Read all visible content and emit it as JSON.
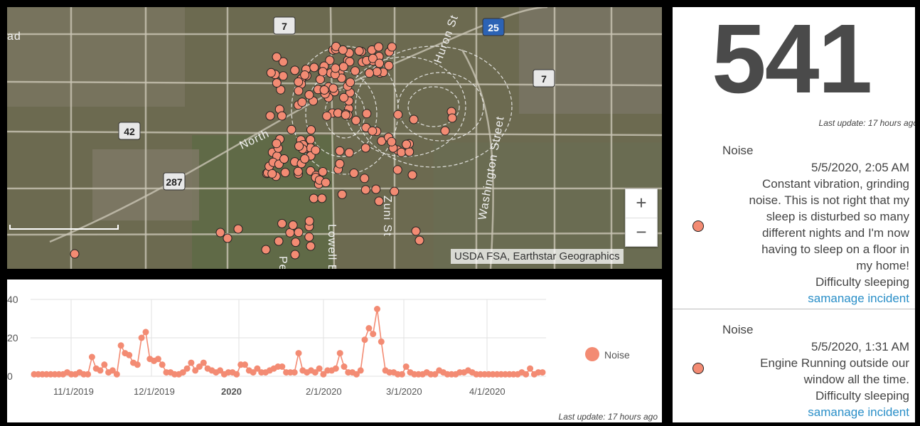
{
  "map": {
    "attribution": "USDA FSA, Earthstar Geographics",
    "zoom_in": "+",
    "zoom_out": "−",
    "road_labels": [
      "North",
      "Lowell Blvd",
      "Zuni St",
      "Huron St",
      "Washington Street",
      "Pecos St",
      "ad"
    ],
    "shields": [
      "25",
      "7",
      "7",
      "42",
      "287"
    ],
    "point_color": "#f38b73"
  },
  "chart": {
    "last_update": "Last update: 17 hours ago",
    "legend_label": "Noise",
    "series_color": "#f38b73"
  },
  "chart_data": {
    "type": "line",
    "series": [
      {
        "name": "Noise",
        "values": [
          1,
          1,
          1,
          1,
          1,
          1,
          1,
          1,
          2,
          1,
          1,
          2,
          1,
          1,
          10,
          4,
          3,
          6,
          2,
          3,
          1,
          16,
          12,
          11,
          7,
          6,
          20,
          23,
          9,
          8,
          9,
          6,
          2,
          2,
          1,
          1,
          2,
          4,
          7,
          3,
          5,
          7,
          4,
          3,
          2,
          3,
          1,
          2,
          2,
          1,
          6,
          6,
          3,
          2,
          4,
          2,
          2,
          3,
          4,
          5,
          5,
          2,
          2,
          2,
          12,
          3,
          2,
          3,
          2,
          4,
          1,
          3,
          3,
          4,
          12,
          5,
          2,
          2,
          1,
          3,
          19,
          25,
          22,
          35,
          18,
          3,
          2,
          2,
          1,
          1,
          5,
          2,
          1,
          1,
          1,
          2,
          1,
          1,
          3,
          2,
          1,
          1,
          1,
          2,
          2,
          3,
          2,
          1,
          1,
          1,
          1,
          1,
          1,
          1,
          1,
          1,
          1,
          1,
          2,
          1,
          4,
          1,
          2,
          2
        ]
      }
    ],
    "x_ticks": [
      "11/1/2019",
      "12/1/2019",
      "2020",
      "2/1/2020",
      "3/1/2020",
      "4/1/2020"
    ],
    "y_ticks": [
      "0",
      "20",
      "40"
    ],
    "ylim": [
      0,
      40
    ]
  },
  "right": {
    "count": "541",
    "last_update": "Last update: 17 hours ago",
    "items": [
      {
        "category": "Noise",
        "datetime": "5/5/2020, 2:05 AM",
        "lines": [
          "Constant vibration, grinding",
          "noise. This is not right that my",
          "sleep is disturbed so many",
          "different nights and I'm now",
          "having to sleep on a floor in",
          "my home!"
        ],
        "impact": "Difficulty sleeping",
        "link": "samanage incident"
      },
      {
        "category": "Noise",
        "datetime": "5/5/2020, 1:31 AM",
        "lines": [
          "Engine Running outside our",
          "window all the time."
        ],
        "impact": "Difficulty sleeping",
        "link": "samanage incident"
      }
    ]
  }
}
